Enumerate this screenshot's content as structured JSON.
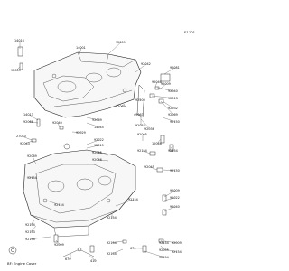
{
  "diagram": {
    "code": "E1101",
    "footnote": "BF: Engine Cover",
    "part_labels": [
      "14016",
      "92009",
      "14001",
      "92009",
      "92081",
      "92042",
      "92046",
      "14013",
      "92066",
      "27010",
      "92043",
      "92040",
      "92069",
      "14045",
      "92029",
      "92200",
      "92069",
      "92032",
      "92069",
      "92055",
      "92036",
      "49063",
      "92022",
      "92015",
      "92150",
      "92040",
      "92013",
      "92009",
      "92055",
      "92046",
      "12046",
      "92005",
      "92154",
      "92154",
      "92045",
      "92150",
      "92009",
      "92022",
      "92040",
      "92154",
      "92153",
      "92154",
      "92009",
      "670",
      "410",
      "92154",
      "92154",
      "670",
      "92154",
      "92055",
      "92154",
      "92009",
      "92154",
      "92069",
      "92154",
      "92154",
      "92154",
      "92154"
    ],
    "colors": {
      "line": "#222222",
      "text": "#111111",
      "background": "#ffffff"
    }
  }
}
